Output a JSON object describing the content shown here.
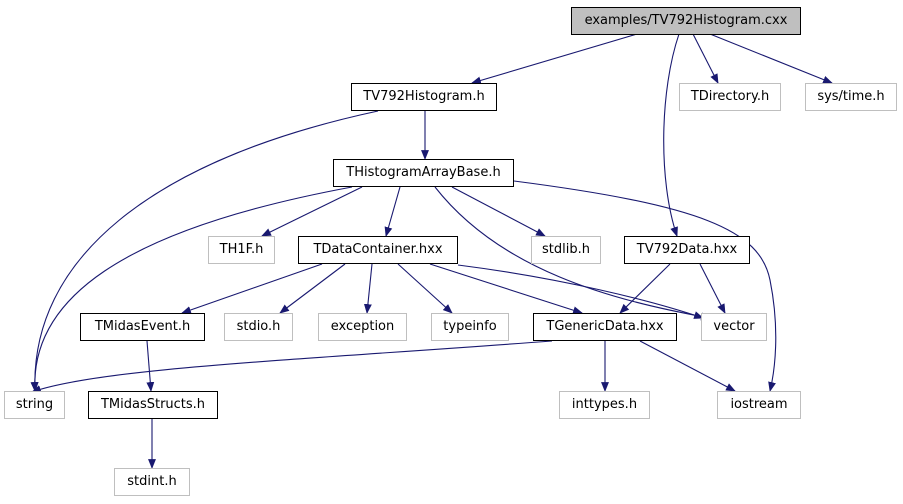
{
  "graph": {
    "nodes": {
      "root": "examples/TV792Histogram.cxx",
      "tv792histogram_h": "TV792Histogram.h",
      "tdirectory_h": "TDirectory.h",
      "sys_time_h": "sys/time.h",
      "thistogramarraybase_h": "THistogramArrayBase.h",
      "th1f_h": "TH1F.h",
      "tdatacontainer_hxx": "TDataContainer.hxx",
      "stdlib_h": "stdlib.h",
      "tv792data_hxx": "TV792Data.hxx",
      "tmidasevent_h": "TMidasEvent.h",
      "stdio_h": "stdio.h",
      "exception": "exception",
      "typeinfo": "typeinfo",
      "tgenericdata_hxx": "TGenericData.hxx",
      "vector": "vector",
      "string": "string",
      "tmidasstructs_h": "TMidasStructs.h",
      "inttypes_h": "inttypes.h",
      "iostream": "iostream",
      "stdint_h": "stdint.h"
    },
    "colors": {
      "edge": "#191970",
      "root_fill": "#bfbfbf",
      "external_border": "#bfbfbf"
    }
  }
}
